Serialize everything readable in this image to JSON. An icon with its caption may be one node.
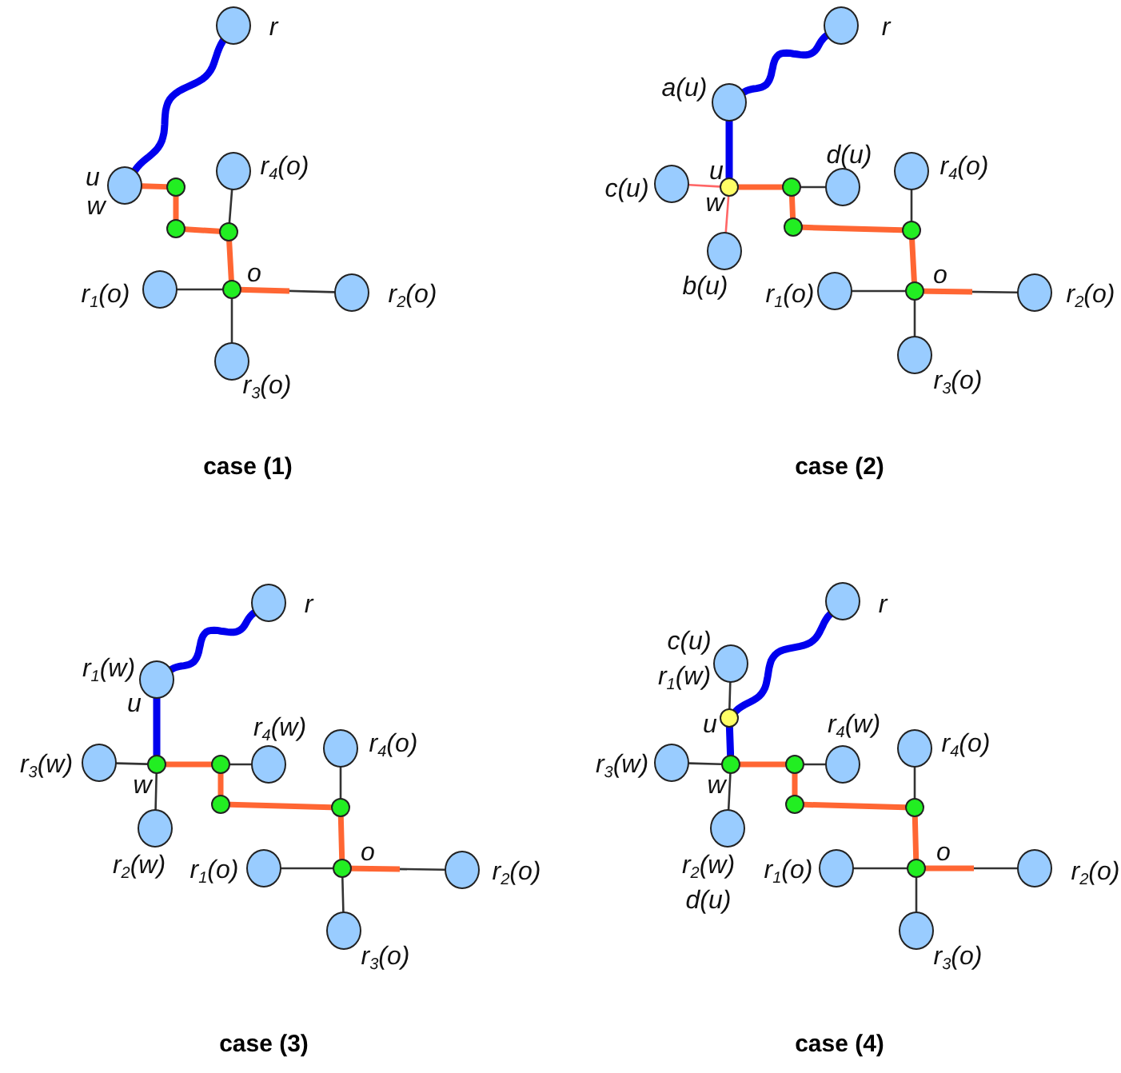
{
  "diagram": {
    "nodes": [
      {
        "text": [],
        "shape": "circle",
        "beside": [
          "r"
        ]
      },
      {
        "text": [],
        "shape": "circle",
        "beside": [
          "u",
          "w"
        ]
      },
      {
        "text": [],
        "shape": "circle"
      },
      {
        "text": [],
        "shape": "circle",
        "beside": [
          "r$_{4}$(o)"
        ]
      },
      {
        "text": [],
        "shape": "circle"
      },
      {
        "text": [],
        "shape": "circle"
      },
      {
        "text": [],
        "shape": "circle",
        "beside": [
          "r$_{1}$(o)"
        ]
      },
      {
        "text": [],
        "shape": "circle",
        "beside": [
          "o"
        ]
      },
      {
        "text": [],
        "shape": "circle",
        "beside": [
          "r$_{2}$(o)"
        ]
      },
      {
        "text": [],
        "shape": "circle",
        "beside": [
          "r$_{3}$(o)"
        ]
      },
      {
        "text": [],
        "shape": "circle",
        "beside": [
          "r"
        ]
      },
      {
        "text": [],
        "shape": "circle",
        "beside": [
          "a(u)"
        ]
      },
      {
        "text": [],
        "shape": "circle",
        "beside": [
          "d(u)"
        ]
      },
      {
        "text": [],
        "shape": "circle",
        "beside": [
          "r$_{4}$(o)"
        ]
      },
      {
        "text": [],
        "shape": "circle",
        "beside": [
          "c(u)"
        ]
      },
      {
        "text": [],
        "shape": "circle",
        "beside": [
          "u",
          "w"
        ]
      },
      {
        "text": [],
        "shape": "circle"
      },
      {
        "text": [],
        "shape": "circle"
      },
      {
        "text": [],
        "shape": "circle"
      },
      {
        "text": [],
        "shape": "circle",
        "beside": [
          "b(u)"
        ]
      },
      {
        "text": [],
        "shape": "circle",
        "beside": [
          "r$_{1}$(o)"
        ]
      },
      {
        "text": [],
        "shape": "circle",
        "beside": [
          "o"
        ]
      },
      {
        "text": [],
        "shape": "circle",
        "beside": [
          "r$_{2}$(o)"
        ]
      },
      {
        "text": [],
        "shape": "circle",
        "beside": [
          "r$_{3}$(o)"
        ]
      },
      {
        "text": [],
        "shape": "circle",
        "beside": [
          "r"
        ]
      },
      {
        "text": [],
        "shape": "circle",
        "beside": [
          "r$_{1}$(w)",
          "u"
        ]
      },
      {
        "text": [],
        "shape": "circle",
        "beside": [
          "r$_{4}$(w)"
        ]
      },
      {
        "text": [],
        "shape": "circle",
        "beside": [
          "r$_{4}$(o)"
        ]
      },
      {
        "text": [],
        "shape": "circle",
        "beside": [
          "r$_{3}$(w)"
        ]
      },
      {
        "text": [],
        "shape": "circle",
        "beside": [
          "w"
        ]
      },
      {
        "text": [],
        "shape": "circle"
      },
      {
        "text": [],
        "shape": "circle"
      },
      {
        "text": [],
        "shape": "circle"
      },
      {
        "text": [],
        "shape": "circle",
        "beside": [
          "r$_{2}$(w)"
        ]
      },
      {
        "text": [],
        "shape": "circle",
        "beside": [
          "r$_{1}$(o)"
        ]
      },
      {
        "text": [],
        "shape": "circle",
        "beside": [
          "o"
        ]
      },
      {
        "text": [],
        "shape": "circle",
        "beside": [
          "r$_{2}$(o)"
        ]
      },
      {
        "text": [],
        "shape": "circle",
        "beside": [
          "r$_{3}$(o)"
        ]
      },
      {
        "text": [],
        "shape": "circle",
        "beside": [
          "r"
        ]
      },
      {
        "text": [],
        "shape": "circle",
        "beside": [
          "c(u)",
          "r$_{1}$(w)"
        ]
      },
      {
        "text": [],
        "shape": "circle",
        "beside": [
          "u"
        ]
      },
      {
        "text": [],
        "shape": "circle",
        "beside": [
          "r$_{4}$(w)"
        ]
      },
      {
        "text": [],
        "shape": "circle",
        "beside": [
          "r$_{4}$(o)"
        ]
      },
      {
        "text": [],
        "shape": "circle",
        "beside": [
          "r$_{3}$(w)"
        ]
      },
      {
        "text": [],
        "shape": "circle",
        "beside": [
          "w"
        ]
      },
      {
        "text": [],
        "shape": "circle"
      },
      {
        "text": [],
        "shape": "circle"
      },
      {
        "text": [],
        "shape": "circle"
      },
      {
        "text": [],
        "shape": "circle",
        "beside": [
          "r$_{2}$(w)",
          "d(u)"
        ]
      },
      {
        "text": [],
        "shape": "circle",
        "beside": [
          "r$_{1}$(o)"
        ]
      },
      {
        "text": [],
        "shape": "circle",
        "beside": [
          "o"
        ]
      },
      {
        "text": [],
        "shape": "circle",
        "beside": [
          "r$_{2}$(o)"
        ]
      },
      {
        "text": [],
        "shape": "circle",
        "beside": [
          "r$_{3}$(o)"
        ]
      }
    ],
    "edges": [
      {
        "from": 1,
        "to": 0,
        "arrow": "none",
        "style": "thick",
        "color": "#0000ee"
      },
      {
        "from": 1,
        "to": 2,
        "arrow": "none",
        "style": "thick",
        "color": "#ff6633"
      },
      {
        "from": 2,
        "to": 4,
        "arrow": "none",
        "style": "thick",
        "color": "#ff6633"
      },
      {
        "from": 4,
        "to": 5,
        "arrow": "none",
        "style": "thick",
        "color": "#ff6633"
      },
      {
        "from": 3,
        "to": 5,
        "arrow": "none"
      },
      {
        "from": 5,
        "to": 7,
        "arrow": "none",
        "style": "thick",
        "color": "#ff6633"
      },
      {
        "from": 6,
        "to": 7,
        "arrow": "none"
      },
      {
        "from": 7,
        "to": 8,
        "arrow": "none"
      },
      {
        "from": 7,
        "to": 9,
        "arrow": "none"
      },
      {
        "from": 11,
        "to": 10,
        "arrow": "none",
        "style": "thick",
        "color": "#0000ee"
      },
      {
        "from": 11,
        "to": 15,
        "arrow": "none",
        "style": "thick",
        "color": "#0000ee"
      },
      {
        "from": 14,
        "to": 15,
        "arrow": "none",
        "color": "#ff6666"
      },
      {
        "from": 15,
        "to": 19,
        "arrow": "none",
        "color": "#ff6666"
      },
      {
        "from": 15,
        "to": 16,
        "arrow": "none",
        "style": "thick",
        "color": "#ff6633"
      },
      {
        "from": 16,
        "to": 12,
        "arrow": "none"
      },
      {
        "from": 16,
        "to": 17,
        "arrow": "none",
        "style": "thick",
        "color": "#ff6633"
      },
      {
        "from": 17,
        "to": 18,
        "arrow": "none",
        "style": "thick",
        "color": "#ff6633"
      },
      {
        "from": 13,
        "to": 18,
        "arrow": "none"
      },
      {
        "from": 18,
        "to": 21,
        "arrow": "none",
        "style": "thick",
        "color": "#ff6633"
      },
      {
        "from": 20,
        "to": 21,
        "arrow": "none"
      },
      {
        "from": 21,
        "to": 22,
        "arrow": "none"
      },
      {
        "from": 21,
        "to": 23,
        "arrow": "none"
      },
      {
        "from": 25,
        "to": 24,
        "arrow": "none",
        "style": "thick",
        "color": "#0000ee"
      },
      {
        "from": 25,
        "to": 29,
        "arrow": "none",
        "style": "thick",
        "color": "#0000ee"
      },
      {
        "from": 28,
        "to": 29,
        "arrow": "none"
      },
      {
        "from": 29,
        "to": 33,
        "arrow": "none"
      },
      {
        "from": 29,
        "to": 30,
        "arrow": "none",
        "style": "thick",
        "color": "#ff6633"
      },
      {
        "from": 30,
        "to": 26,
        "arrow": "none"
      },
      {
        "from": 30,
        "to": 31,
        "arrow": "none",
        "style": "thick",
        "color": "#ff6633"
      },
      {
        "from": 31,
        "to": 32,
        "arrow": "none",
        "style": "thick",
        "color": "#ff6633"
      },
      {
        "from": 27,
        "to": 32,
        "arrow": "none"
      },
      {
        "from": 32,
        "to": 35,
        "arrow": "none",
        "style": "thick",
        "color": "#ff6633"
      },
      {
        "from": 34,
        "to": 35,
        "arrow": "none"
      },
      {
        "from": 35,
        "to": 36,
        "arrow": "none"
      },
      {
        "from": 35,
        "to": 37,
        "arrow": "none"
      },
      {
        "from": 40,
        "to": 38,
        "arrow": "none",
        "style": "thick",
        "color": "#0000ee"
      },
      {
        "from": 39,
        "to": 40,
        "arrow": "none"
      },
      {
        "from": 40,
        "to": 44,
        "arrow": "none",
        "style": "thick",
        "color": "#0000ee"
      },
      {
        "from": 43,
        "to": 44,
        "arrow": "none"
      },
      {
        "from": 44,
        "to": 48,
        "arrow": "none"
      },
      {
        "from": 44,
        "to": 45,
        "arrow": "none",
        "style": "thick",
        "color": "#ff6633"
      },
      {
        "from": 45,
        "to": 41,
        "arrow": "none"
      },
      {
        "from": 45,
        "to": 46,
        "arrow": "none",
        "style": "thick",
        "color": "#ff6633"
      },
      {
        "from": 46,
        "to": 47,
        "arrow": "none",
        "style": "thick",
        "color": "#ff6633"
      },
      {
        "from": 42,
        "to": 47,
        "arrow": "none"
      },
      {
        "from": 47,
        "to": 50,
        "arrow": "none",
        "style": "thick",
        "color": "#ff6633"
      },
      {
        "from": 49,
        "to": 50,
        "arrow": "none"
      },
      {
        "from": 50,
        "to": 51,
        "arrow": "none"
      },
      {
        "from": 50,
        "to": 52,
        "arrow": "none"
      }
    ],
    "labels": [
      "case (1)",
      "case (2)",
      "case (3)",
      "case (4)"
    ]
  }
}
